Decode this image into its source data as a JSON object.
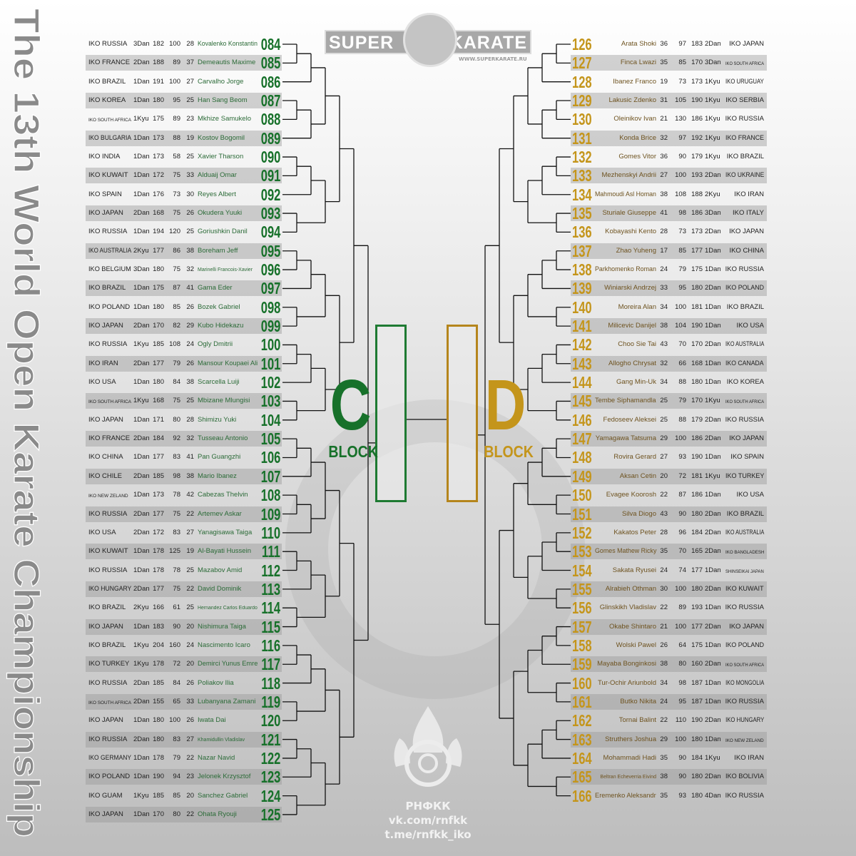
{
  "title": "The 13th World Open Karate Championship",
  "logo": {
    "left": "SUPER",
    "right": "KARATE",
    "url": "WWW.SUPERKARATE.RU"
  },
  "footer": {
    "org": "РНФКК",
    "vk": "vk.com/rnfkk",
    "tg": "t.me/rnfkk_iko"
  },
  "blocks": {
    "c_letter": "C",
    "c_label": "BLOCK",
    "d_letter": "D",
    "d_label": "BLOCK"
  },
  "colors": {
    "green": "#17712a",
    "gold": "#c4951b"
  },
  "left": [
    [
      "IKO RUSSIA",
      "3Dan",
      "182",
      "100",
      "28",
      "Kovalenko Konstantin",
      "084"
    ],
    [
      "IKO FRANCE",
      "2Dan",
      "188",
      "89",
      "37",
      "Demeautis Maxime",
      "085"
    ],
    [
      "IKO BRAZIL",
      "1Dan",
      "191",
      "100",
      "27",
      "Carvalho Jorge",
      "086"
    ],
    [
      "IKO KOREA",
      "1Dan",
      "180",
      "95",
      "25",
      "Han Sang Beom",
      "087"
    ],
    [
      "IKO SOUTH AFRICA",
      "1Kyu",
      "175",
      "89",
      "23",
      "Mkhize Samukelo",
      "088"
    ],
    [
      "IKO BULGARIA",
      "1Dan",
      "173",
      "88",
      "19",
      "Kostov Bogomil",
      "089"
    ],
    [
      "IKO INDIA",
      "1Dan",
      "173",
      "58",
      "25",
      "Xavier Tharson",
      "090"
    ],
    [
      "IKO KUWAIT",
      "1Dan",
      "172",
      "75",
      "33",
      "Alduaij Omar",
      "091"
    ],
    [
      "IKO SPAIN",
      "1Dan",
      "176",
      "73",
      "30",
      "Reyes Albert",
      "092"
    ],
    [
      "IKO JAPAN",
      "2Dan",
      "168",
      "75",
      "26",
      "Okudera Yuuki",
      "093"
    ],
    [
      "IKO RUSSIA",
      "1Dan",
      "194",
      "120",
      "25",
      "Goriushkin Danil",
      "094"
    ],
    [
      "IKO AUSTRALIA",
      "2Kyu",
      "177",
      "86",
      "38",
      "Boreham Jeff",
      "095"
    ],
    [
      "IKO BELGIUM",
      "3Dan",
      "180",
      "75",
      "32",
      "Marinelli Francois-Xavier",
      "096"
    ],
    [
      "IKO BRAZIL",
      "1Dan",
      "175",
      "87",
      "41",
      "Gama Eder",
      "097"
    ],
    [
      "IKO POLAND",
      "1Dan",
      "180",
      "85",
      "26",
      "Bozek Gabriel",
      "098"
    ],
    [
      "IKO JAPAN",
      "2Dan",
      "170",
      "82",
      "29",
      "Kubo Hidekazu",
      "099"
    ],
    [
      "IKO RUSSIA",
      "1Kyu",
      "185",
      "108",
      "24",
      "Ogly Dmitrii",
      "100"
    ],
    [
      "IKO IRAN",
      "2Dan",
      "177",
      "79",
      "26",
      "Mansour Koupaei Ali",
      "101"
    ],
    [
      "IKO USA",
      "1Dan",
      "180",
      "84",
      "38",
      "Scarcella Luiji",
      "102"
    ],
    [
      "IKO SOUTH AFRICA",
      "1Kyu",
      "168",
      "75",
      "25",
      "Mbizane Mlungisi",
      "103"
    ],
    [
      "IKO JAPAN",
      "1Dan",
      "171",
      "80",
      "28",
      "Shimizu Yuki",
      "104"
    ],
    [
      "IKO FRANCE",
      "2Dan",
      "184",
      "92",
      "32",
      "Tusseau Antonio",
      "105"
    ],
    [
      "IKO CHINA",
      "1Dan",
      "177",
      "83",
      "41",
      "Pan Guangzhi",
      "106"
    ],
    [
      "IKO CHILE",
      "2Dan",
      "185",
      "98",
      "38",
      "Mario Ibanez",
      "107"
    ],
    [
      "IKO NEW ZELAND",
      "1Dan",
      "173",
      "78",
      "42",
      "Cabezas Thelvin",
      "108"
    ],
    [
      "IKO RUSSIA",
      "2Dan",
      "177",
      "75",
      "22",
      "Artemev Askar",
      "109"
    ],
    [
      "IKO USA",
      "2Dan",
      "172",
      "83",
      "27",
      "Yanagisawa Taiga",
      "110"
    ],
    [
      "IKO KUWAIT",
      "1Dan",
      "178",
      "125",
      "19",
      "Al-Bayati Hussein",
      "111"
    ],
    [
      "IKO RUSSIA",
      "1Dan",
      "178",
      "78",
      "25",
      "Mazabov Amid",
      "112"
    ],
    [
      "IKO HUNGARY",
      "2Dan",
      "177",
      "75",
      "22",
      "David Dominik",
      "113"
    ],
    [
      "IKO BRAZIL",
      "2Kyu",
      "166",
      "61",
      "25",
      "Hernandez Carlos Eduardo",
      "114"
    ],
    [
      "IKO JAPAN",
      "1Dan",
      "183",
      "90",
      "20",
      "Nishimura Taiga",
      "115"
    ],
    [
      "IKO BRAZIL",
      "1Kyu",
      "204",
      "160",
      "24",
      "Nascimento Icaro",
      "116"
    ],
    [
      "IKO TURKEY",
      "1Kyu",
      "178",
      "72",
      "20",
      "Demirci Yunus Emre",
      "117"
    ],
    [
      "IKO RUSSIA",
      "2Dan",
      "185",
      "84",
      "26",
      "Poliakov Ilia",
      "118"
    ],
    [
      "IKO SOUTH AFRICA",
      "2Dan",
      "155",
      "65",
      "33",
      "Lubanyana Zamani",
      "119"
    ],
    [
      "IKO JAPAN",
      "1Dan",
      "180",
      "100",
      "26",
      "Iwata Dai",
      "120"
    ],
    [
      "IKO RUSSIA",
      "2Dan",
      "180",
      "83",
      "27",
      "Khamidullin Vladislav",
      "121"
    ],
    [
      "IKO GERMANY",
      "1Dan",
      "178",
      "79",
      "22",
      "Nazar Navid",
      "122"
    ],
    [
      "IKO POLAND",
      "1Dan",
      "190",
      "94",
      "23",
      "Jelonek Krzysztof",
      "123"
    ],
    [
      "IKO GUAM",
      "1Kyu",
      "185",
      "85",
      "20",
      "Sanchez Gabriel",
      "124"
    ],
    [
      "IKO JAPAN",
      "1Dan",
      "170",
      "80",
      "22",
      "Ohata Ryouji",
      "125"
    ]
  ],
  "right": [
    [
      "126",
      "Arata Shoki",
      "36",
      "97",
      "183",
      "2Dan",
      "IKO JAPAN"
    ],
    [
      "127",
      "Finca Lwazi",
      "35",
      "85",
      "170",
      "3Dan",
      "IKO SOUTH AFRICA"
    ],
    [
      "128",
      "Ibanez Franco",
      "19",
      "73",
      "173",
      "1Kyu",
      "IKO URUGUAY"
    ],
    [
      "129",
      "Lakusic Zdenko",
      "31",
      "105",
      "190",
      "1Kyu",
      "IKO SERBIA"
    ],
    [
      "130",
      "Oleinikov Ivan",
      "21",
      "130",
      "186",
      "1Kyu",
      "IKO RUSSIA"
    ],
    [
      "131",
      "Konda Brice",
      "32",
      "97",
      "192",
      "1Kyu",
      "IKO FRANCE"
    ],
    [
      "132",
      "Gomes Vitor",
      "36",
      "90",
      "179",
      "1Kyu",
      "IKO BRAZIL"
    ],
    [
      "133",
      "Mezhenskyi Andrii",
      "27",
      "100",
      "193",
      "2Dan",
      "IKO UKRAINE"
    ],
    [
      "134",
      "Mahmoudi Asl Homan",
      "38",
      "108",
      "188",
      "2Kyu",
      "IKO IRAN"
    ],
    [
      "135",
      "Sturiale Giuseppe",
      "41",
      "98",
      "186",
      "3Dan",
      "IKO ITALY"
    ],
    [
      "136",
      "Kobayashi Kento",
      "28",
      "73",
      "173",
      "2Dan",
      "IKO JAPAN"
    ],
    [
      "137",
      "Zhao Yuheng",
      "17",
      "85",
      "177",
      "1Dan",
      "IKO CHINA"
    ],
    [
      "138",
      "Parkhomenko Roman",
      "24",
      "79",
      "175",
      "1Dan",
      "IKO RUSSIA"
    ],
    [
      "139",
      "Winiarski Andrzej",
      "33",
      "95",
      "180",
      "2Dan",
      "IKO POLAND"
    ],
    [
      "140",
      "Moreira Alan",
      "34",
      "100",
      "181",
      "1Dan",
      "IKO BRAZIL"
    ],
    [
      "141",
      "Milicevic Danijel",
      "38",
      "104",
      "190",
      "1Dan",
      "IKO USA"
    ],
    [
      "142",
      "Choo Sie Tai",
      "43",
      "70",
      "170",
      "2Dan",
      "IKO AUSTRALIA"
    ],
    [
      "143",
      "Allogho Chrysat",
      "32",
      "66",
      "168",
      "1Dan",
      "IKO CANADA"
    ],
    [
      "144",
      "Gang Min-Uk",
      "34",
      "88",
      "180",
      "1Dan",
      "IKO KOREA"
    ],
    [
      "145",
      "Tembe Siphamandla",
      "25",
      "79",
      "170",
      "1Kyu",
      "IKO SOUTH AFRICA"
    ],
    [
      "146",
      "Fedoseev Aleksei",
      "25",
      "88",
      "179",
      "2Dan",
      "IKO RUSSIA"
    ],
    [
      "147",
      "Yamagawa Tatsuma",
      "29",
      "100",
      "186",
      "2Dan",
      "IKO JAPAN"
    ],
    [
      "148",
      "Rovira Gerard",
      "27",
      "93",
      "190",
      "1Dan",
      "IKO SPAIN"
    ],
    [
      "149",
      "Aksan Cetin",
      "20",
      "72",
      "181",
      "1Kyu",
      "IKO TURKEY"
    ],
    [
      "150",
      "Evagee Koorosh",
      "22",
      "87",
      "186",
      "1Dan",
      "IKO USA"
    ],
    [
      "151",
      "Silva Diogo",
      "43",
      "90",
      "180",
      "2Dan",
      "IKO BRAZIL"
    ],
    [
      "152",
      "Kakatos Peter",
      "28",
      "96",
      "184",
      "2Dan",
      "IKO AUSTRALIA"
    ],
    [
      "153",
      "Gomes Mathew Ricky",
      "35",
      "70",
      "165",
      "2Dan",
      "IKO BANGLADESH"
    ],
    [
      "154",
      "Sakata Ryusei",
      "24",
      "74",
      "177",
      "1Dan",
      "SHINSEIKAI JAPAN"
    ],
    [
      "155",
      "Alrabieh Othman",
      "30",
      "100",
      "180",
      "2Dan",
      "IKO KUWAIT"
    ],
    [
      "156",
      "Glinskikh Vladislav",
      "22",
      "89",
      "193",
      "1Dan",
      "IKO RUSSIA"
    ],
    [
      "157",
      "Okabe Shintaro",
      "21",
      "100",
      "177",
      "2Dan",
      "IKO JAPAN"
    ],
    [
      "158",
      "Wolski Pawel",
      "26",
      "64",
      "175",
      "1Dan",
      "IKO POLAND"
    ],
    [
      "159",
      "Mayaba Bonginkosi",
      "38",
      "80",
      "160",
      "2Dan",
      "IKO SOUTH AFRICA"
    ],
    [
      "160",
      "Tur-Ochir Ariunbold",
      "34",
      "98",
      "187",
      "1Dan",
      "IKO MONGOLIA"
    ],
    [
      "161",
      "Butko Nikita",
      "24",
      "95",
      "187",
      "1Dan",
      "IKO RUSSIA"
    ],
    [
      "162",
      "Tornai Balint",
      "22",
      "110",
      "190",
      "2Dan",
      "IKO HUNGARY"
    ],
    [
      "163",
      "Struthers Joshua",
      "29",
      "100",
      "180",
      "1Dan",
      "IKO NEW ZELAND"
    ],
    [
      "164",
      "Mohammadi Hadi",
      "35",
      "90",
      "184",
      "1Kyu",
      "IKO IRAN"
    ],
    [
      "165",
      "Beltran Echeverria Eivind",
      "38",
      "90",
      "180",
      "2Dan",
      "IKO BOLIVIA"
    ],
    [
      "166",
      "Eremenko Aleksandr",
      "35",
      "93",
      "180",
      "4Dan",
      "IKO RUSSIA"
    ]
  ]
}
